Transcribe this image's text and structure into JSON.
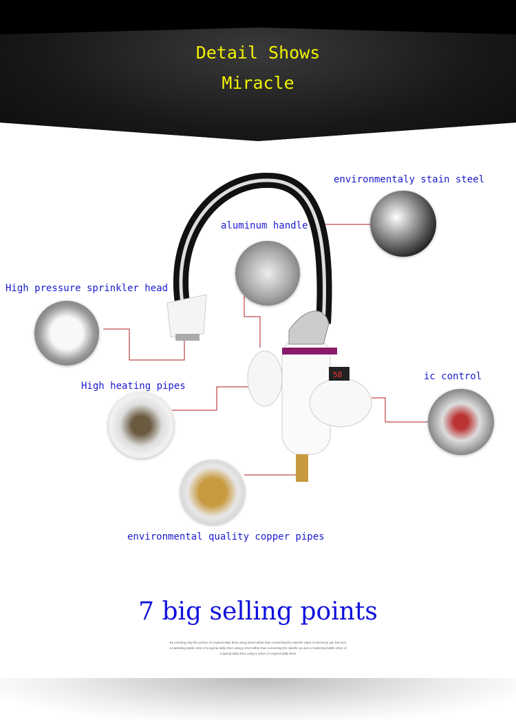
{
  "header": {
    "title_line1": "Detail Shows",
    "title_line2": "Miracle",
    "subtitle_text": ""
  },
  "labels": {
    "stain_steel": "environmentaly stain steel",
    "handle": "aluminum handle",
    "sprinkler": "High pressure sprinkler head",
    "heating": "High heating pipes",
    "ic": "ic control",
    "copper": "environmental quality copper pipes"
  },
  "display_readout": "58",
  "footer": {
    "headline": "7 big selling points",
    "body": "By counting only the portion of a typical daily drive using petrol rather than converting the calorific value of electricity, gm has won a marketing battle ortion of a typical daily drive using p etrol rather than converting the calorific as won a marketing battle ortion of a typical daily drive using a ortion of a typical daily drive"
  },
  "colors": {
    "title": "#f2f200",
    "label": "#1a1acc",
    "leader": "#b01818",
    "headline": "#1010dd"
  }
}
